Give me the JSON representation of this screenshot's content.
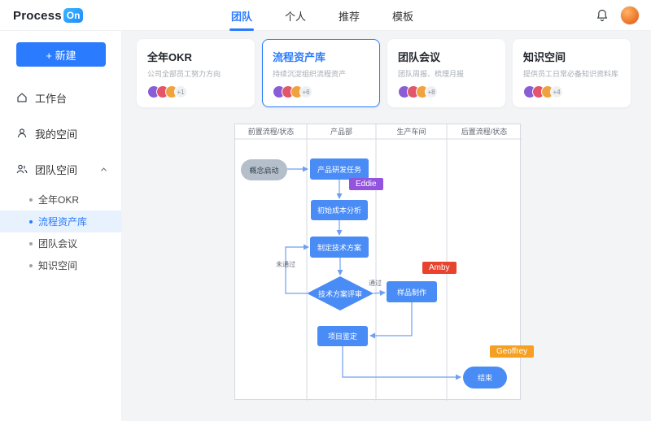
{
  "header": {
    "logo_text": "Process",
    "logo_badge": "On",
    "nav": [
      {
        "label": "团队",
        "active": true
      },
      {
        "label": "个人",
        "active": false
      },
      {
        "label": "推荐",
        "active": false
      },
      {
        "label": "模板",
        "active": false
      }
    ]
  },
  "sidebar": {
    "new_label": "+ 新建",
    "items": [
      {
        "label": "工作台",
        "icon": "home-icon"
      },
      {
        "label": "我的空间",
        "icon": "user-icon"
      },
      {
        "label": "团队空间",
        "icon": "team-icon",
        "expanded": true
      }
    ],
    "team_children": [
      {
        "label": "全年OKR",
        "active": false
      },
      {
        "label": "流程资产库",
        "active": true
      },
      {
        "label": "团队会议",
        "active": false
      },
      {
        "label": "知识空间",
        "active": false
      }
    ]
  },
  "avatar_colors": [
    "#8a5cd6",
    "#e2556a",
    "#f0a23e"
  ],
  "cards": [
    {
      "title": "全年OKR",
      "subtitle": "公司全部员工努力方向",
      "extra": "+1",
      "active": false
    },
    {
      "title": "流程资产库",
      "subtitle": "持续沉淀组织流程资产",
      "extra": "+6",
      "active": true
    },
    {
      "title": "团队会议",
      "subtitle": "团队周报、梳理月报",
      "extra": "+8",
      "active": false
    },
    {
      "title": "知识空间",
      "subtitle": "提供员工日常必备知识资料库",
      "extra": "+4",
      "active": false
    }
  ],
  "accent_color": "#2b7bfe",
  "node_color": "#4a8cf5",
  "diagram": {
    "lanes": [
      "前置流程/状态",
      "产品部",
      "生产车间",
      "后置流程/状态"
    ],
    "nodes": {
      "start": "概念启动",
      "dev_task": "产品研发任务",
      "cost_analysis": "初始成本分析",
      "tech_plan": "制定技术方案",
      "tech_review": "技术方案评审",
      "sample": "样品制作",
      "appraisal": "项目鉴定",
      "end": "结束"
    },
    "edge_labels": {
      "fail": "未通过",
      "pass": "通过"
    },
    "tags": [
      {
        "name": "Eddie",
        "color": "#9254de"
      },
      {
        "name": "Amby",
        "color": "#e8432e"
      },
      {
        "name": "Geoffrey",
        "color": "#f5a021"
      }
    ]
  }
}
